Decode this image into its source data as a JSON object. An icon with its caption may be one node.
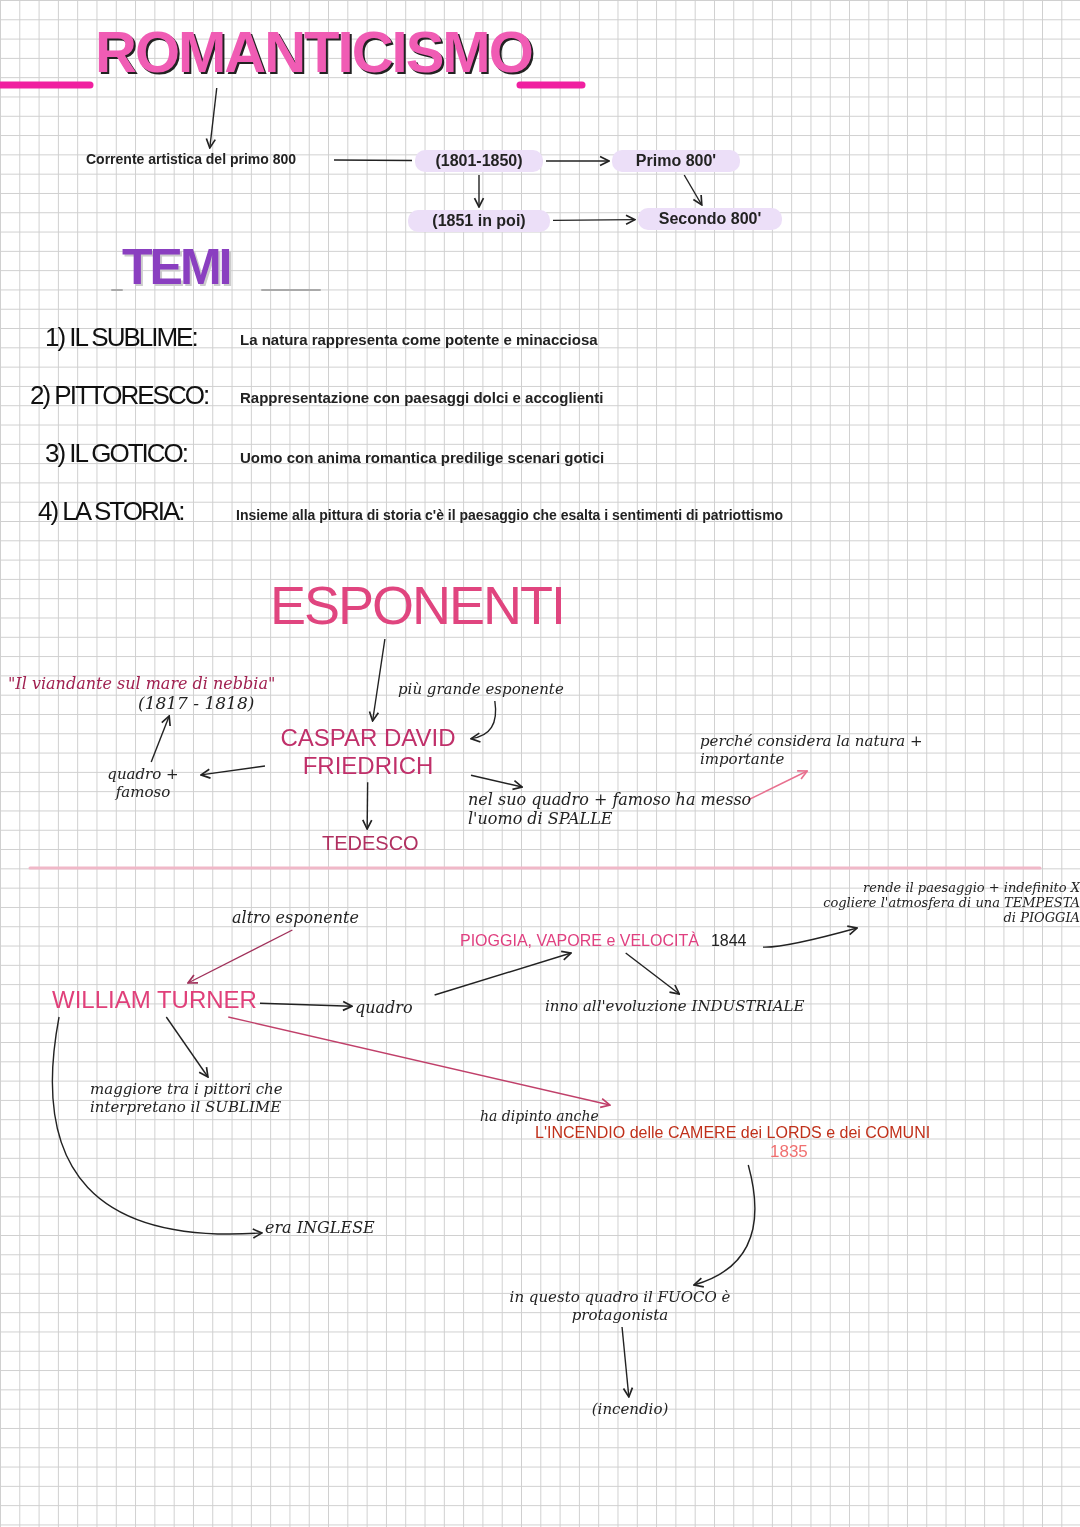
{
  "diagram": {
    "nodes": [
      {
        "text": [
          "ROMANTICISMO"
        ]
      },
      {
        "text": [
          "Corrente artistica del primo 800"
        ]
      },
      {
        "text": [
          "(1801-1850)"
        ]
      },
      {
        "text": [
          "(1851 in poi)"
        ]
      },
      {
        "text": [
          "Primo 800'"
        ]
      },
      {
        "text": [
          "Secondo 800'"
        ]
      },
      {
        "text": [
          "ESPONENTI"
        ]
      },
      {
        "text": [
          "CASPAR DAVID FRIEDRICH"
        ]
      },
      {
        "text": [
          "più grande esponente"
        ]
      },
      {
        "text": [
          "quadro + famoso"
        ]
      },
      {
        "text": [
          "\"Il viandante sul mare di nebbia\"",
          "(1817 - 1818)"
        ]
      },
      {
        "text": [
          "TEDESCO"
        ]
      },
      {
        "text": [
          "nel suo quadro + famoso ha messo l'uomo di SPALLE"
        ]
      },
      {
        "text": [
          "perché considera la natura + importante"
        ]
      },
      {
        "text": [
          "altro esponente"
        ]
      },
      {
        "text": [
          "WILLIAM TURNER"
        ]
      },
      {
        "text": [
          "quadro"
        ]
      },
      {
        "text": [
          "PIOGGIA, VAPORE e VELOCITÀ",
          "1844"
        ]
      },
      {
        "text": [
          "rende il paesaggio + indefinito X cogliere l'atmosfera di una TEMPESTA di PIOGGIA"
        ]
      },
      {
        "text": [
          "inno all'evoluzione INDUSTRIALE"
        ]
      },
      {
        "text": [
          "maggiore tra i pittori che interpretano il SUBLIME"
        ]
      },
      {
        "text": [
          "ha dipinto anche",
          "L'INCENDIO delle CAMERE dei LORDS e dei COMUNI",
          "1835"
        ]
      },
      {
        "text": [
          "in questo quadro il FUOCO è protagonista"
        ]
      },
      {
        "text": [
          "(incendio)"
        ]
      },
      {
        "text": [
          "era INGLESE"
        ]
      }
    ],
    "edges": [
      {
        "from": 0,
        "to": 1,
        "arrow": "to"
      },
      {
        "from": 1,
        "to": 2,
        "arrow": "none"
      },
      {
        "from": 2,
        "to": 3,
        "arrow": "to"
      },
      {
        "from": 2,
        "to": 4,
        "arrow": "to"
      },
      {
        "from": 4,
        "to": 5,
        "arrow": "to"
      },
      {
        "from": 3,
        "to": 5,
        "arrow": "to"
      },
      {
        "from": 6,
        "to": 7,
        "arrow": "to"
      },
      {
        "from": 8,
        "to": 7,
        "arrow": "to"
      },
      {
        "from": 7,
        "to": 9,
        "arrow": "to"
      },
      {
        "from": 9,
        "to": 10,
        "arrow": "to"
      },
      {
        "from": 7,
        "to": 11,
        "arrow": "to"
      },
      {
        "from": 7,
        "to": 12,
        "arrow": "to"
      },
      {
        "from": 12,
        "to": 13,
        "arrow": "to",
        "color": "#e8708f"
      },
      {
        "from": 14,
        "to": 15,
        "arrow": "to",
        "color": "#a0305a"
      },
      {
        "from": 15,
        "to": 16,
        "arrow": "to"
      },
      {
        "from": 16,
        "to": 17,
        "arrow": "to"
      },
      {
        "from": 17,
        "to": 18,
        "arrow": "to"
      },
      {
        "from": 17,
        "to": 19,
        "arrow": "to"
      },
      {
        "from": 15,
        "to": 20,
        "arrow": "to"
      },
      {
        "from": 15,
        "to": 21,
        "arrow": "to",
        "color": "#c0406a"
      },
      {
        "from": 21,
        "to": 22,
        "arrow": "to"
      },
      {
        "from": 22,
        "to": 23,
        "arrow": "to"
      },
      {
        "from": 15,
        "to": 24,
        "arrow": "to"
      }
    ],
    "labels": [
      "TEMI",
      "1) IL SUBLIME:",
      "La natura rappresenta come potente e minacciosa",
      "2) PITTORESCO:",
      "Rappresentazione con paesaggi dolci e accoglienti",
      "3) IL GOTICO:",
      "Uomo con anima romantica predilige scenari gotici",
      "4) LA STORIA:",
      "Insieme alla pittura di storia c'è il paesaggio che esalta i sentimenti di patriottismo"
    ]
  }
}
